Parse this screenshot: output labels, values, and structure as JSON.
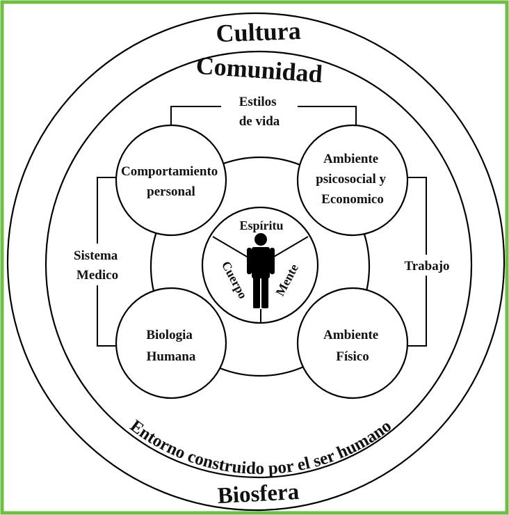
{
  "colors": {
    "frame": "#6fbe44",
    "stroke": "#000000",
    "text": "#111111",
    "fill": "#ffffff"
  },
  "rings": {
    "outer_top": "Cultura",
    "outer_bottom": "Biosfera",
    "middle_top": "Comunidad",
    "middle_bottom": "Entorno construido por el ser humano"
  },
  "connectors": {
    "top": [
      "Estilos",
      "de vida"
    ],
    "left": [
      "Sistema",
      "Medico"
    ],
    "right": [
      "Trabajo"
    ]
  },
  "nodes": {
    "top_left": [
      "Comportamiento",
      "personal"
    ],
    "top_right": [
      "Ambiente",
      "psicosocial y",
      "Economico"
    ],
    "bottom_left": [
      "Biologia",
      "Humana"
    ],
    "bottom_right": [
      "Ambiente",
      "Físico"
    ]
  },
  "center": {
    "top": "Espíritu",
    "left": "Cuerpo",
    "right": "Mente",
    "icon": "person-icon"
  }
}
